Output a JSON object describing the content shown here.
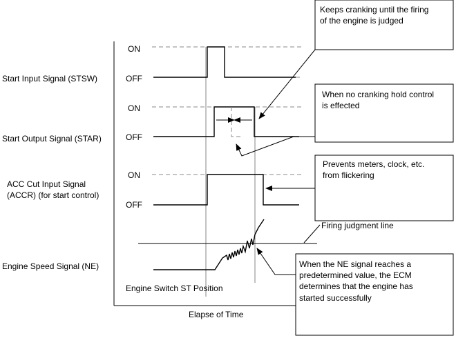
{
  "signals": {
    "stsw": "Start Input Signal (STSW)",
    "star": "Start Output Signal (STAR)",
    "accr_line1": "ACC Cut Input Signal",
    "accr_line2": "(ACCR) (for start control)",
    "ne": "Engine Speed Signal (NE)"
  },
  "levels": {
    "on": "ON",
    "off": "OFF"
  },
  "annotations": {
    "firing_line": "Firing judgment line",
    "st_position": "Engine Switch ST Position",
    "elapse": "Elapse of Time"
  },
  "notes": {
    "keeps_cranking": [
      "Keeps cranking until the firing",
      "of the engine is judged"
    ],
    "no_cranking_hold": [
      "When no cranking hold control",
      "is effected"
    ],
    "prevents_flicker": [
      "Prevents meters, clock, etc.",
      "from flickering"
    ],
    "ne_reaches": [
      "When the NE signal reaches a",
      "predetermined value, the ECM",
      "determines that the engine has",
      "started successfully"
    ]
  }
}
